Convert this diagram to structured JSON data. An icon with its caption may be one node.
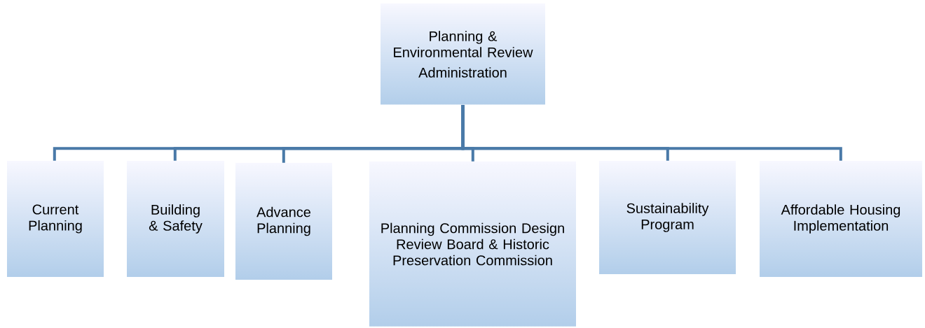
{
  "diagram": {
    "nodes": [
      {
        "text": [
          "Planning & Environmental Review",
          "Administration"
        ]
      },
      {
        "text": [
          "Current Planning"
        ]
      },
      {
        "text": [
          "Building & Safety"
        ]
      },
      {
        "text": [
          "Advance Planning"
        ]
      },
      {
        "text": [
          "Planning Commission Design Review Board & Historic Preservation Commission"
        ]
      },
      {
        "text": [
          "Sustainability Program"
        ]
      },
      {
        "text": [
          "Affordable Housing Implementation"
        ]
      }
    ],
    "edges": [
      {
        "from": 0,
        "to": 1,
        "arrow": "none"
      },
      {
        "from": 0,
        "to": 2,
        "arrow": "none"
      },
      {
        "from": 0,
        "to": 3,
        "arrow": "none"
      },
      {
        "from": 0,
        "to": 4,
        "arrow": "none"
      },
      {
        "from": 0,
        "to": 5,
        "arrow": "none"
      },
      {
        "from": 0,
        "to": 6,
        "arrow": "none"
      }
    ]
  }
}
